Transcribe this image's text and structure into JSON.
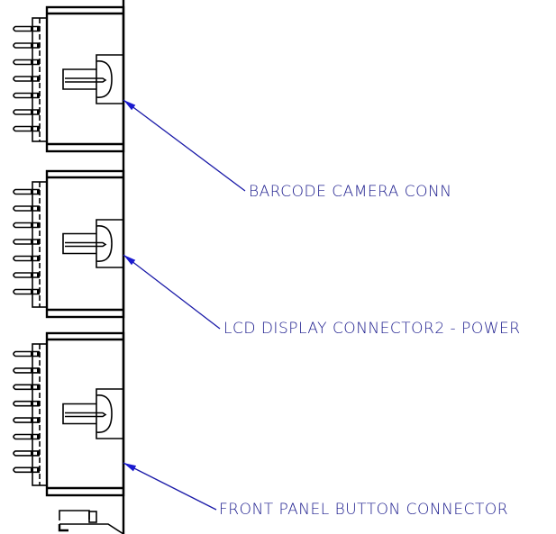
{
  "drawing": {
    "line_color": "#000000",
    "annotation_color": "#1a1a8c",
    "arrow_color": "#1a1ad0",
    "connectors": [
      {
        "id": "barcode-camera",
        "label": "BARCODE CAMERA CONN",
        "pin_count": 7
      },
      {
        "id": "lcd-display-power",
        "label": "LCD DISPLAY CONNECTOR2 - POWER",
        "pin_count": 7
      },
      {
        "id": "front-panel-button",
        "label": "FRONT PANEL BUTTON CONNECTOR",
        "pin_count": 8
      }
    ]
  }
}
